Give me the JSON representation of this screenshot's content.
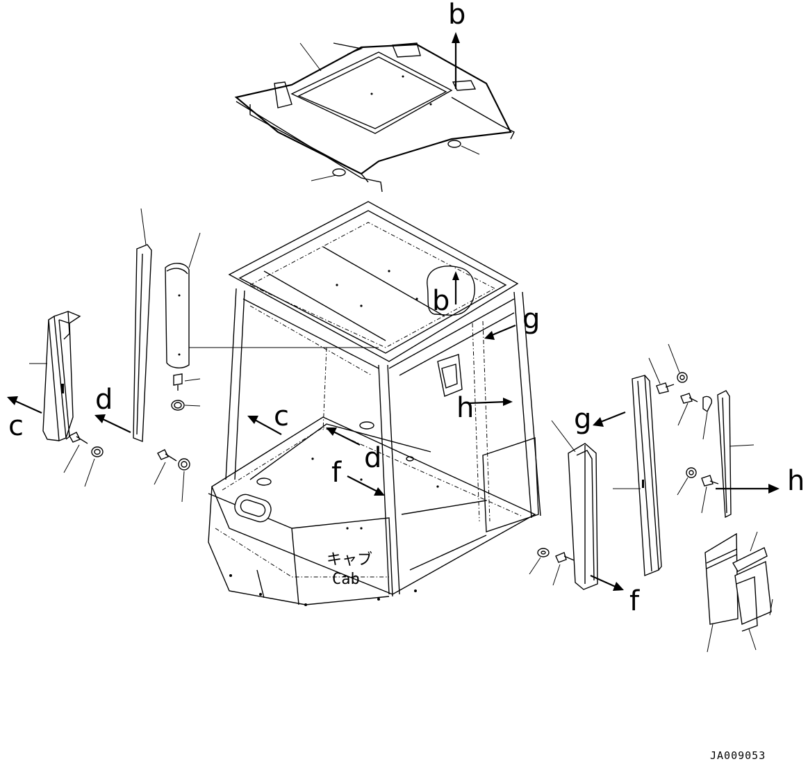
{
  "labels": {
    "b_top": "b",
    "b_roof": "b",
    "c_left": "c",
    "c_cab": "c",
    "d_left": "d",
    "d_cab": "d",
    "f_cab": "f",
    "f_right": "f",
    "g_cab": "g",
    "g_right": "g",
    "h_cab": "h",
    "h_right": "h"
  },
  "cab_plate": {
    "japanese": "キャブ",
    "english": "Cab"
  },
  "drawing_code": "JA009053",
  "colors": {
    "line": "#000000",
    "background": "#ffffff"
  }
}
